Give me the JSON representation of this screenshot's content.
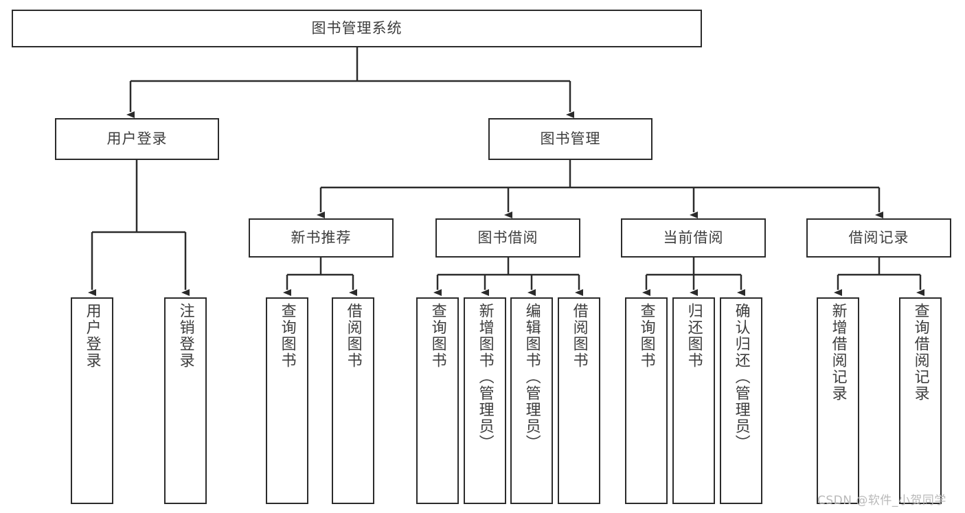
{
  "diagram": {
    "type": "tree-hierarchy",
    "title": "图书管理系统",
    "root": {
      "label": "图书管理系统"
    },
    "level2": [
      {
        "id": "user-login",
        "label": "用户登录"
      },
      {
        "id": "book-manage",
        "label": "图书管理"
      }
    ],
    "level3": [
      {
        "id": "new-book-recommend",
        "label": "新书推荐",
        "parent": "book-manage"
      },
      {
        "id": "book-borrow",
        "label": "图书借阅",
        "parent": "book-manage"
      },
      {
        "id": "current-borrow",
        "label": "当前借阅",
        "parent": "book-manage"
      },
      {
        "id": "borrow-record",
        "label": "借阅记录",
        "parent": "book-manage"
      }
    ],
    "leaves": {
      "user_login": [
        {
          "id": "leaf-user-login",
          "label": "用户登录"
        },
        {
          "id": "leaf-logout-login",
          "label": "注销登录"
        }
      ],
      "new_book_recommend": [
        {
          "id": "leaf-query-book-1",
          "label": "查询图书"
        },
        {
          "id": "leaf-borrow-book-1",
          "label": "借阅图书"
        }
      ],
      "book_borrow": [
        {
          "id": "leaf-query-book-2",
          "label": "查询图书"
        },
        {
          "id": "leaf-add-book",
          "label": "新增图书（管理员）"
        },
        {
          "id": "leaf-edit-book",
          "label": "编辑图书（管理员）"
        },
        {
          "id": "leaf-borrow-book-2",
          "label": "借阅图书"
        }
      ],
      "current_borrow": [
        {
          "id": "leaf-query-book-3",
          "label": "查询图书"
        },
        {
          "id": "leaf-return-book",
          "label": "归还图书"
        },
        {
          "id": "leaf-confirm-return",
          "label": "确认归还（管理员）"
        }
      ],
      "borrow_record": [
        {
          "id": "leaf-add-record",
          "label": "新增借阅记录"
        },
        {
          "id": "leaf-query-record",
          "label": "查询借阅记录"
        }
      ]
    },
    "watermark": "CSDN @软件_小贺同学",
    "colors": {
      "border": "#2b2b2b",
      "text": "#3d3d3d",
      "background": "#ffffff",
      "edge": "#2b2b2b",
      "watermark": "#b9b9b9"
    }
  }
}
